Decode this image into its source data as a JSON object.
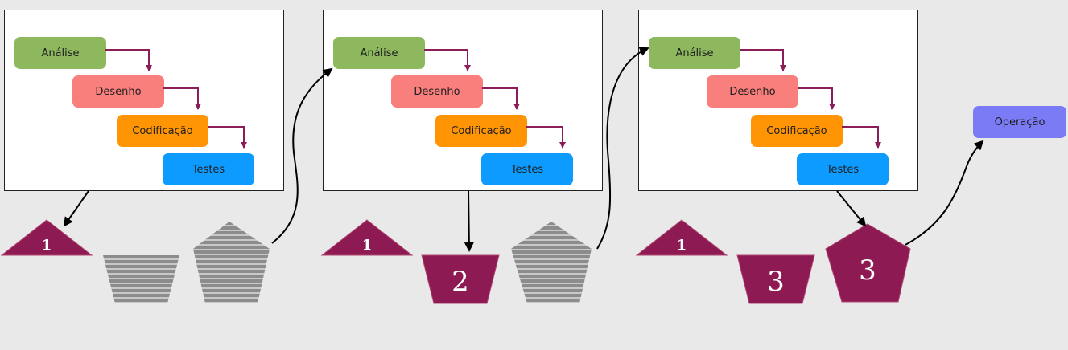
{
  "phases": [
    "Análise",
    "Desenho",
    "Codificação",
    "Testes"
  ],
  "phase_colors": [
    "#8db85e",
    "#f97f7c",
    "#ff9505",
    "#0e9bff"
  ],
  "flow_arrow_color": "#8b1d59",
  "delivery_color": "#8e1a53",
  "placeholder_color": "#8c8c8c",
  "connector_color": "#000000",
  "increments": [
    "1",
    "2",
    "3"
  ],
  "operation": {
    "label": "Operação",
    "color": "#7b7bf5"
  }
}
